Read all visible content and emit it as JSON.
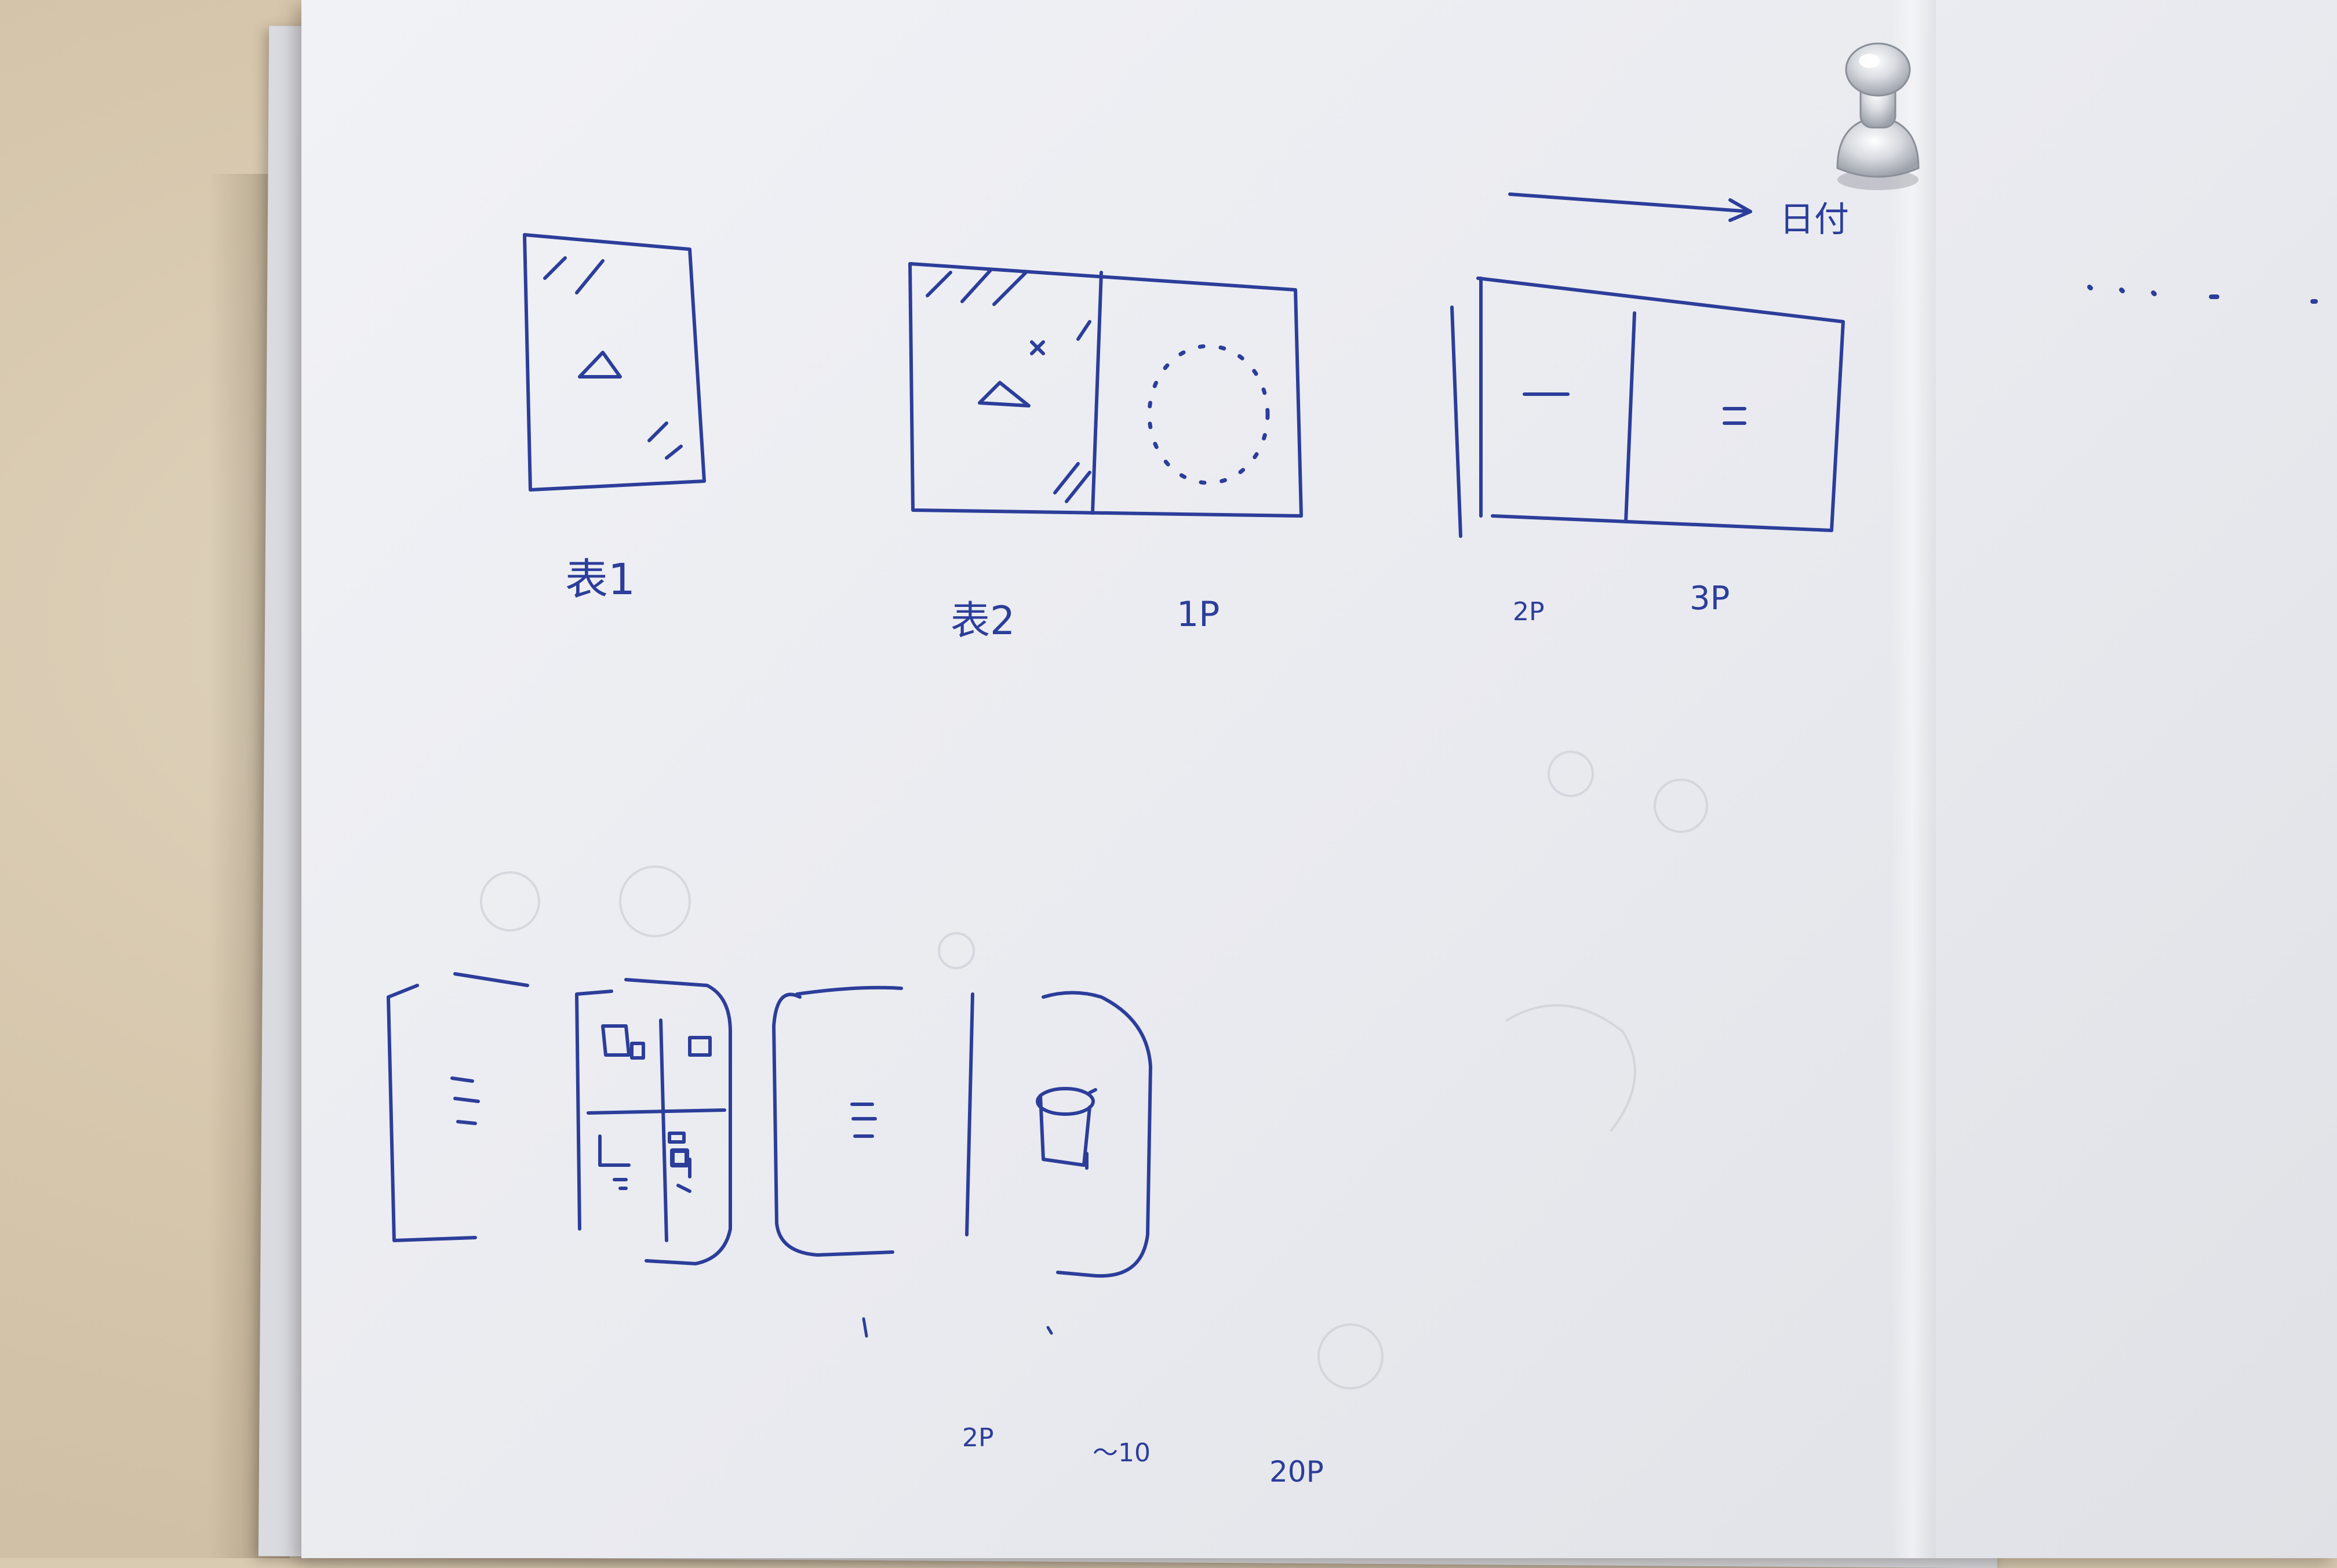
{
  "labels": {
    "cover1": "表1",
    "cover2": "表2",
    "page1": "1P",
    "page2": "2P",
    "page3": "3P",
    "arrow_note": "日付",
    "bottom_left": "2P",
    "bottom_mid": "〜10",
    "bottom_right": "20P"
  },
  "colors": {
    "ink": "#2c3e9a",
    "paper": "#eeeff3",
    "wall": "#d9cbb2"
  }
}
